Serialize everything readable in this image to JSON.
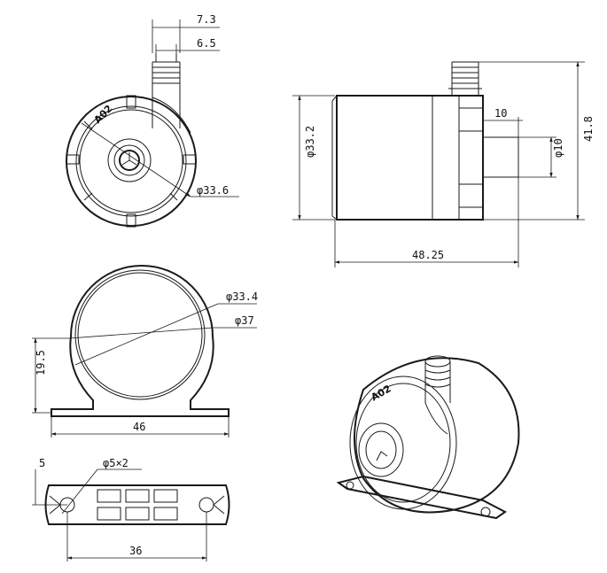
{
  "front_view": {
    "dim_top_outer": "7.3",
    "dim_top_inner": "6.5",
    "dim_body_diameter": "φ33.6",
    "marking": "A02"
  },
  "side_view": {
    "dim_outlet_length": "10",
    "dim_outlet_diameter": "φ10",
    "dim_height": "41.8",
    "dim_body_diameter": "φ33.2",
    "dim_total_length": "48.25"
  },
  "bracket_front": {
    "dim_inner_diameter": "φ33.4",
    "dim_outer_diameter": "φ37",
    "dim_height": "19.5",
    "dim_width": "46"
  },
  "bracket_bottom": {
    "dim_edge": "5",
    "dim_holes": "φ5×2",
    "dim_hole_spacing": "36"
  },
  "iso_view": {
    "marking": "A02"
  }
}
